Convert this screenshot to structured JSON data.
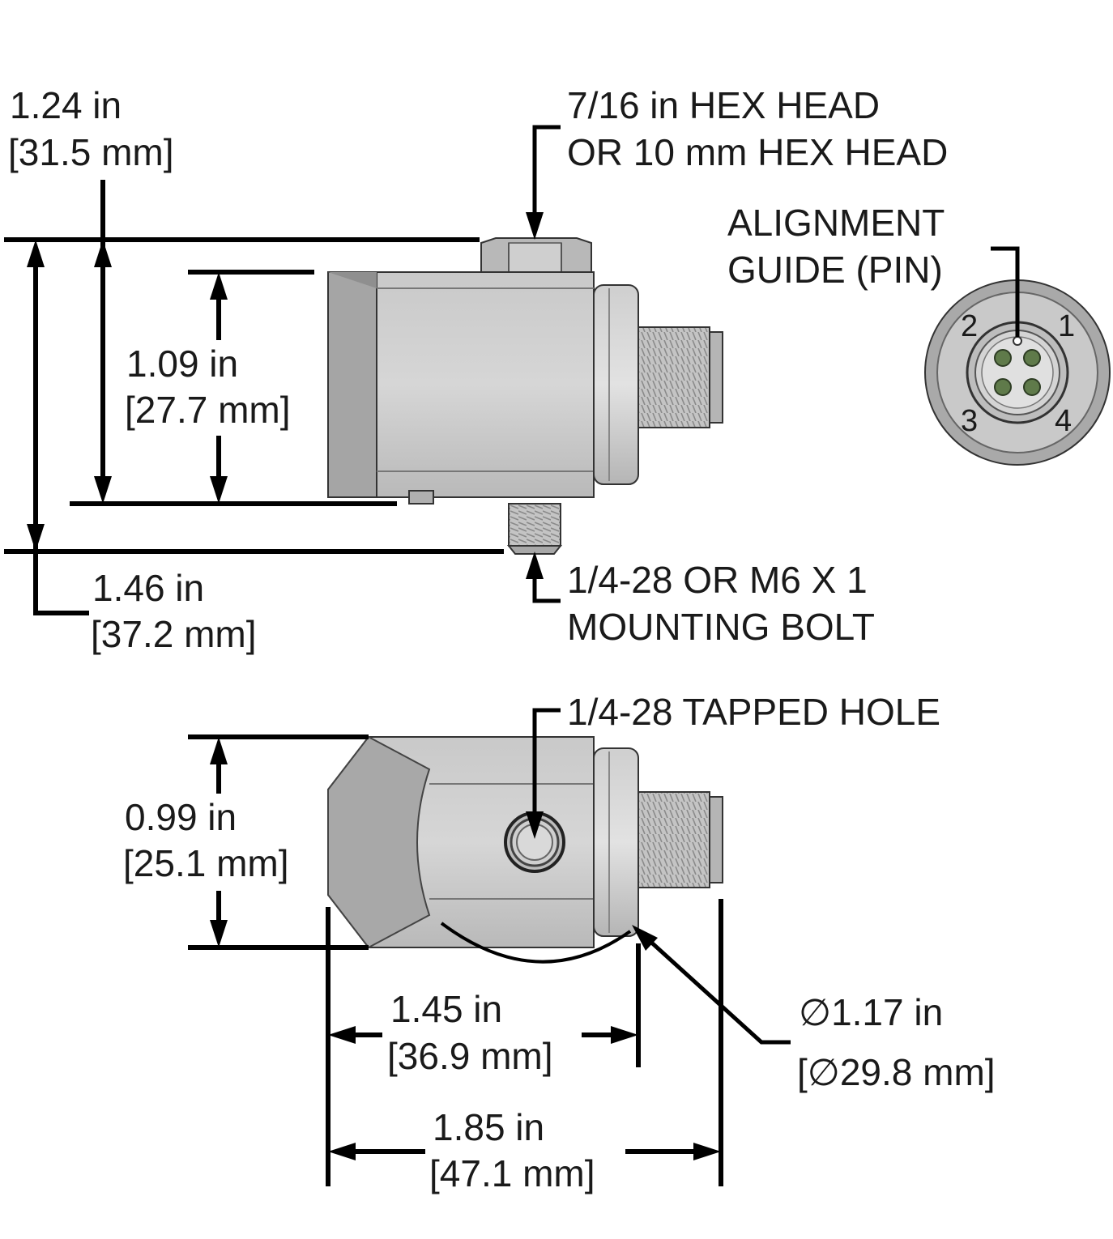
{
  "side_view": {
    "height_overall": {
      "line1": "1.24 in",
      "line2": "[31.5 mm]"
    },
    "height_body": {
      "line1": "1.09 in",
      "line2": "[27.7 mm]"
    },
    "height_with_bolt": {
      "line1": "1.46 in",
      "line2": "[37.2 mm]"
    },
    "hex_head_callout": {
      "line1": "7/16 in HEX HEAD",
      "line2": "OR 10 mm HEX HEAD"
    },
    "mounting_bolt_callout": {
      "line1": "1/4-28 OR M6 X 1",
      "line2": "MOUNTING BOLT"
    }
  },
  "connector_view": {
    "alignment_callout": {
      "line1": "ALIGNMENT",
      "line2": "GUIDE (PIN)"
    },
    "pins": [
      "1",
      "2",
      "3",
      "4"
    ]
  },
  "top_view": {
    "tapped_hole_callout": "1/4-28 TAPPED HOLE",
    "width_body": {
      "line1": "0.99 in",
      "line2": "[25.1 mm]"
    },
    "length_body": {
      "line1": "1.45 in",
      "line2": "[36.9 mm]"
    },
    "length_overall": {
      "line1": "1.85 in",
      "line2": "[47.1 mm]"
    },
    "diameter": {
      "line1": "∅1.17 in",
      "line2": "[∅29.8 mm]"
    }
  },
  "colors": {
    "metal_light": "#d0d0d0",
    "metal_mid": "#bdbdbd",
    "metal_dark": "#9a9a9a",
    "pin_green": "#5f7a4a",
    "line": "#000000"
  }
}
